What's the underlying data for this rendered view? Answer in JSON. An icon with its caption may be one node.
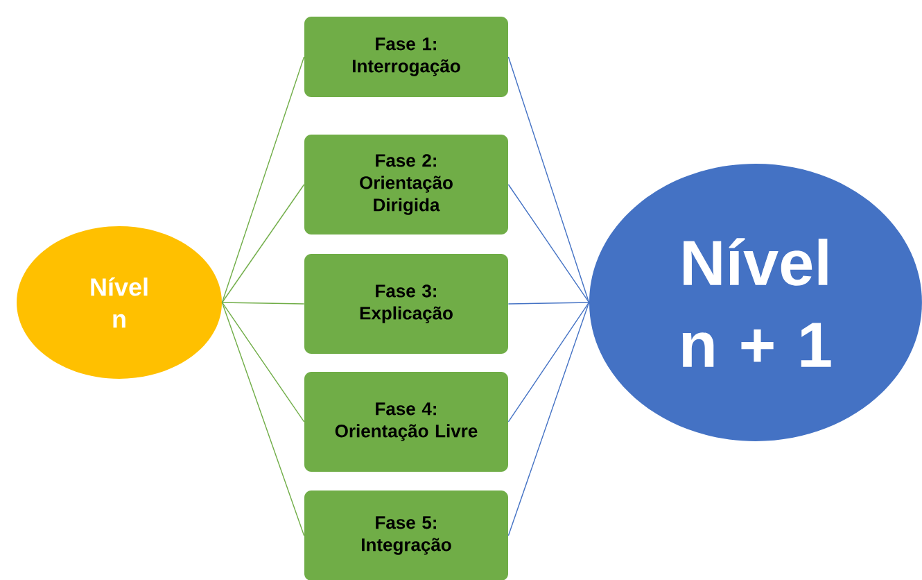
{
  "diagram": {
    "nodes": [
      {
        "text": [
          "Nível n"
        ]
      },
      {
        "text": [
          "Fase 1: Interrogação"
        ]
      },
      {
        "text": [
          "Fase 2: Orientação Dirigida"
        ]
      },
      {
        "text": [
          "Fase 3: Explicação"
        ]
      },
      {
        "text": [
          "Fase 4: Orientação Livre"
        ]
      },
      {
        "text": [
          "Fase 5: Integração"
        ]
      },
      {
        "text": [
          "Nível n + 1"
        ]
      }
    ],
    "edges": [
      {
        "from": 0,
        "to": 1,
        "arrow": "none",
        "color": "#70ad47"
      },
      {
        "from": 0,
        "to": 2,
        "arrow": "none",
        "color": "#70ad47"
      },
      {
        "from": 0,
        "to": 3,
        "arrow": "none",
        "color": "#70ad47"
      },
      {
        "from": 0,
        "to": 4,
        "arrow": "none",
        "color": "#70ad47"
      },
      {
        "from": 0,
        "to": 5,
        "arrow": "none",
        "color": "#70ad47"
      },
      {
        "from": 1,
        "to": 6,
        "arrow": "none",
        "color": "#4472c4"
      },
      {
        "from": 2,
        "to": 6,
        "arrow": "none",
        "color": "#4472c4"
      },
      {
        "from": 3,
        "to": 6,
        "arrow": "none",
        "color": "#4472c4"
      },
      {
        "from": 4,
        "to": 6,
        "arrow": "none",
        "color": "#4472c4"
      },
      {
        "from": 5,
        "to": 6,
        "arrow": "none",
        "color": "#4472c4"
      }
    ]
  }
}
